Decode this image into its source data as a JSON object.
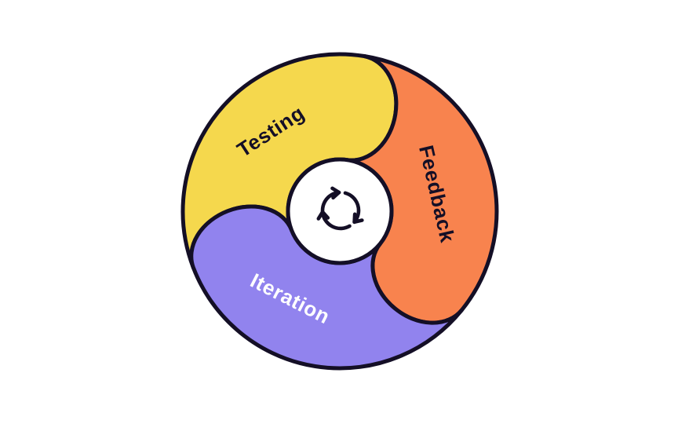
{
  "diagram": {
    "type": "cycle-diagram",
    "background_color": "#FFFFFF",
    "outline_color": "#140F26",
    "center_icon": "cycle-arrows-icon",
    "center_fill": "#FFFFFF",
    "segments": [
      {
        "id": "testing",
        "label": "Testing",
        "color": "#F5D84D",
        "text_color": "#140F26"
      },
      {
        "id": "feedback",
        "label": "Feedback",
        "color": "#F8834E",
        "text_color": "#140F26"
      },
      {
        "id": "iteration",
        "label": "Iteration",
        "color": "#9183EE",
        "text_color": "#FFFFFF"
      }
    ]
  }
}
